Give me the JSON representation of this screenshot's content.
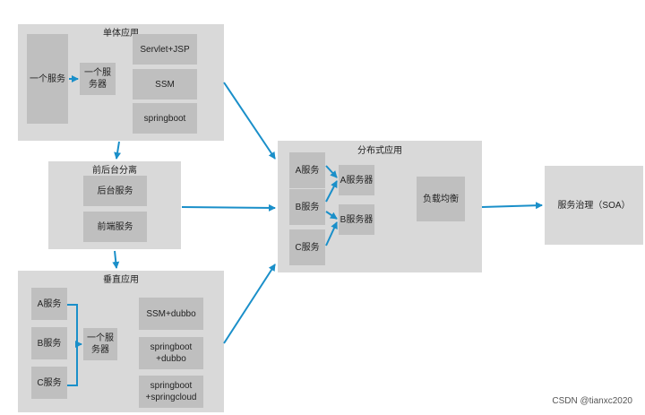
{
  "monolith": {
    "title": "单体应用",
    "service": "一个服务",
    "server": "一个服\n务器",
    "stack": [
      "Servlet+JSP",
      "SSM",
      "springboot"
    ]
  },
  "separation": {
    "title": "前后台分离",
    "items": [
      "后台服务",
      "前端服务"
    ]
  },
  "vertical": {
    "title": "垂直应用",
    "services": [
      "A服务",
      "B服务",
      "C服务"
    ],
    "server": "一个服\n务器",
    "stack": [
      "SSM+dubbo",
      "springboot\n+dubbo",
      "springboot\n+springcloud"
    ]
  },
  "distributed": {
    "title": "分布式应用",
    "services": [
      "A服务",
      "B服务",
      "C服务"
    ],
    "servers": [
      "A服务器",
      "B服务器"
    ],
    "lb": "负载均衡"
  },
  "soa": {
    "label": "服务治理（SOA）"
  },
  "watermark": "CSDN @tianxc2020",
  "colors": {
    "arrow": "#1a8fc9",
    "panel": "#d9d9d9",
    "box": "#bfbfbf"
  }
}
